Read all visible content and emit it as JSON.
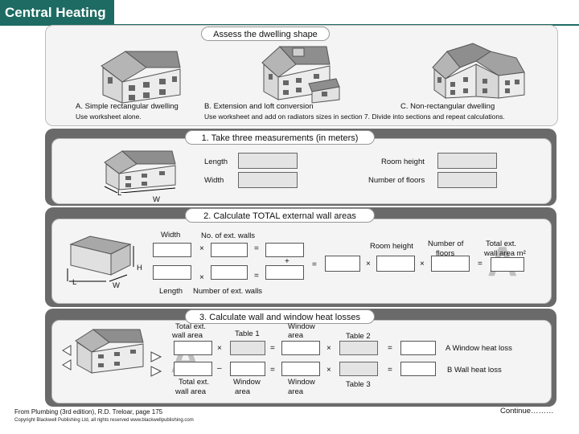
{
  "title": "Central Heating",
  "shape_section": {
    "header": "Assess the dwelling shape",
    "option_a": {
      "title": "A. Simple rectangular dwelling",
      "desc": "Use worksheet alone."
    },
    "option_b": {
      "title": "B. Extension and loft conversion",
      "desc": "Use worksheet and add on radiators sizes in section 7. Divide into sections and repeat calculations."
    },
    "option_c": {
      "title": "C. Non-rectangular dwelling"
    }
  },
  "step1": {
    "header": "1. Take three measurements (in meters)",
    "length": "Length",
    "width": "Width",
    "room_height": "Room height",
    "floors": "Number of floors",
    "dim_l": "L",
    "dim_w": "W"
  },
  "step2": {
    "header": "2. Calculate TOTAL external wall areas",
    "width": "Width",
    "ext_walls": "No. of ext. walls",
    "length": "Length",
    "number_ext_walls": "Number of ext. walls",
    "room_height": "Room height",
    "floors_l1": "Number of",
    "floors_l2": "floors",
    "total_l1": "Total ext.",
    "total_l2": "wall area m²",
    "times": "×",
    "equals": "=",
    "plus": "+",
    "dim_h": "H",
    "dim_l": "L",
    "dim_w": "W",
    "wm": "A"
  },
  "step3": {
    "header": "3. Calculate wall and window heat losses",
    "total_l1": "Total ext.",
    "total_l2": "wall area",
    "table1": "Table 1",
    "window_l1": "Window",
    "window_l2": "area",
    "table2": "Table 2",
    "total_b1": "Total ext.",
    "total_b2": "wall area",
    "window_b1": "Window",
    "window_b2": "area",
    "window_c1": "Window",
    "window_c2": "area",
    "table3": "Table 3",
    "result_a": "A Window heat loss",
    "result_b": "B Wall heat loss",
    "times": "×",
    "equals": "=",
    "minus": "–",
    "wm": "A"
  },
  "footer": {
    "source": "From Plumbing (3rd edition), R.D. Treloar, page 175",
    "copyright": "Copyright Blackwell Publishing Ltd, all rights reserved  www.blackwellpublishing.com",
    "continue": "Continue………"
  },
  "colors": {
    "brand": "#1d6b62",
    "band": "#6a6a6a",
    "panel": "#f4f4f4"
  }
}
